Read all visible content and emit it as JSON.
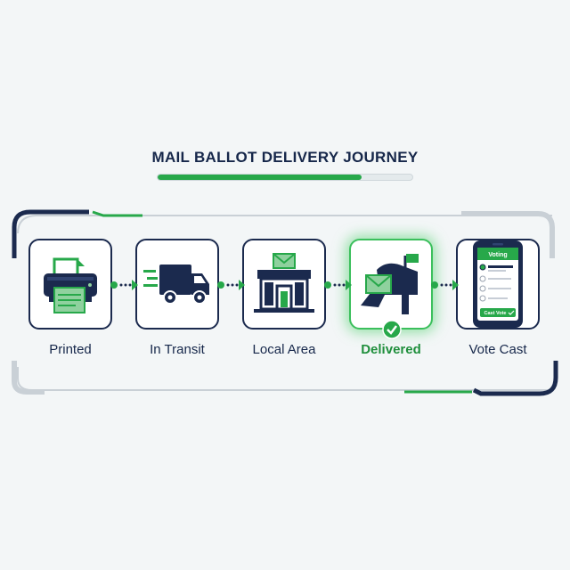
{
  "header": {
    "title": "MAIL BALLOT DELIVERY JOURNEY",
    "progress": 0.8
  },
  "stages": [
    {
      "label": "Printed",
      "icon": "printer-icon",
      "active": false
    },
    {
      "label": "In Transit",
      "icon": "delivery-truck-icon",
      "active": false
    },
    {
      "label": "Local Area",
      "icon": "post-office-icon",
      "active": false
    },
    {
      "label": "Delivered",
      "icon": "mailbox-icon",
      "active": true
    },
    {
      "label": "Vote Cast",
      "icon": "phone-voting-icon",
      "active": false
    }
  ],
  "phone": {
    "header": "Voting",
    "button": "Cast Vote"
  },
  "colors": {
    "navy": "#1b2a4e",
    "green": "#27a84a",
    "light_green": "#8fd19e",
    "background": "#f3f6f7"
  }
}
